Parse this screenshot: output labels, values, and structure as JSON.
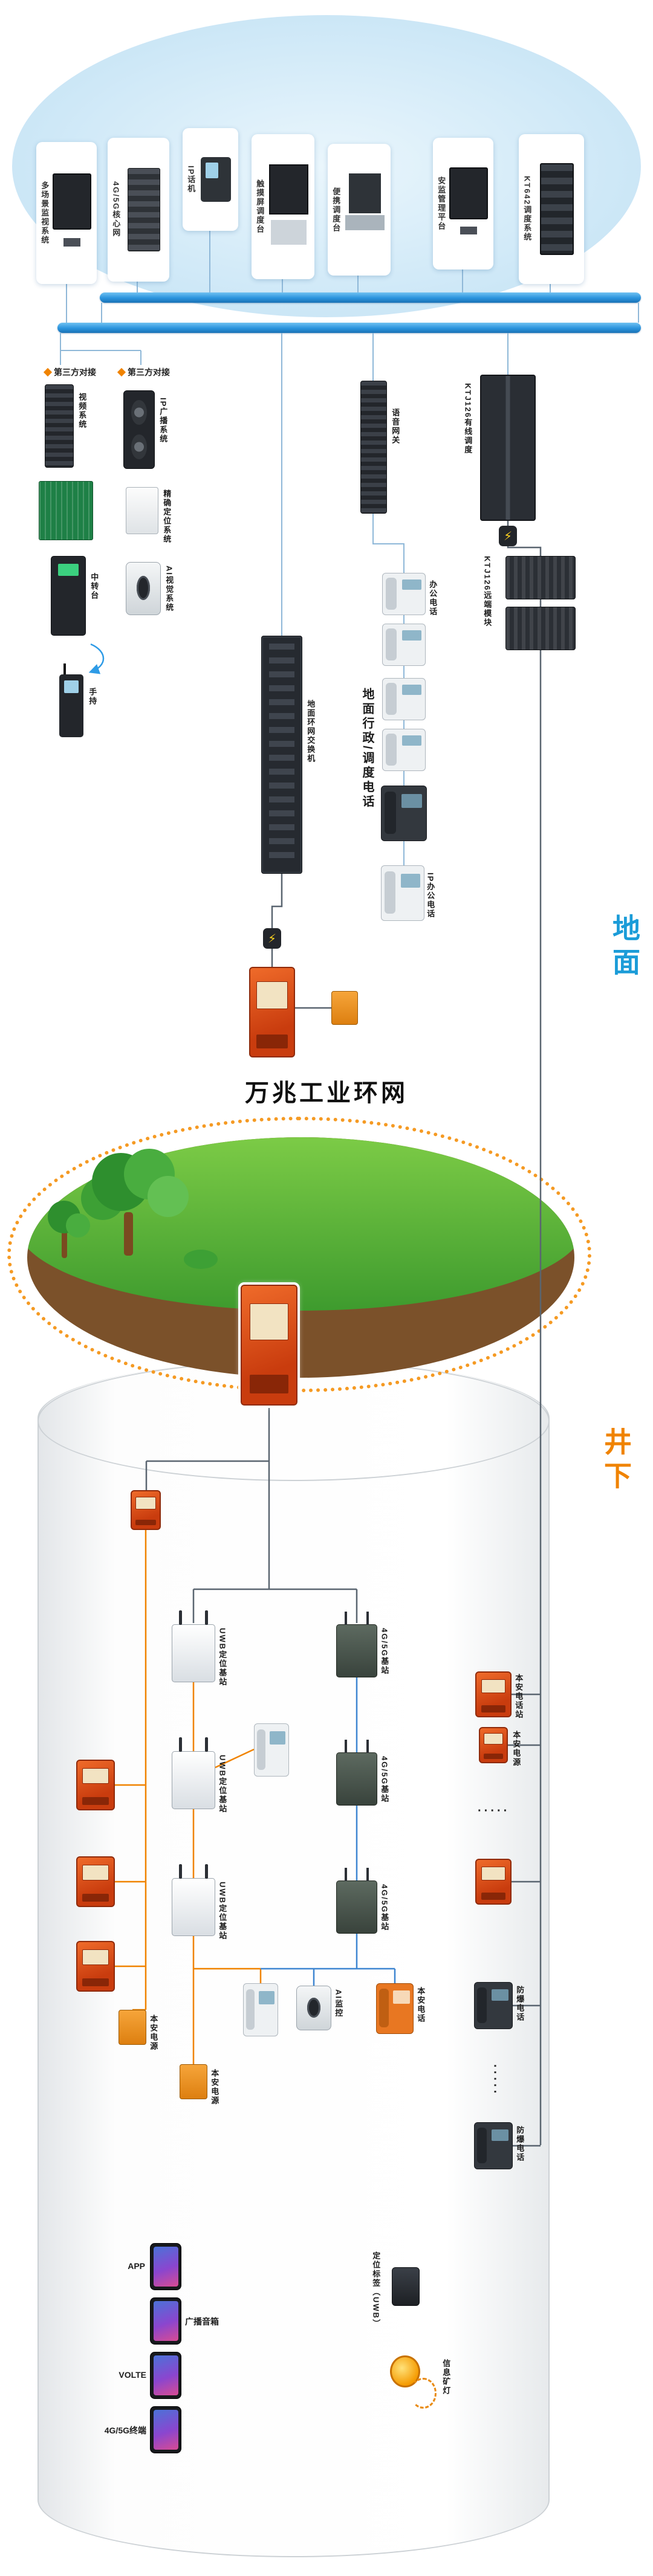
{
  "icons": {
    "lightning": "⚡",
    "dots_h": "·····",
    "dots_v": "·····"
  },
  "ground": {
    "side_label": "地面",
    "cloud_devices": [
      "多场景监视系统",
      "4G/5G核心网",
      "IP话机",
      "触摸屏调度台",
      "便携调度台",
      "安监管理平台",
      "KT642调度系统"
    ],
    "third_party_title_left": "第三方对接",
    "third_party_title_right": "第三方对接",
    "video_system": "视频系统",
    "repeater": "中转台",
    "handheld": "手持",
    "ip_broadcast": "IP广播系统",
    "precise_positioning": "精确定位系统",
    "ai_vision": "AI视觉系统",
    "voice_gateway": "语音网关",
    "ktj126_wired": "KTJ126有线调度",
    "ktj126_remote": "KTJ126远端模块",
    "office_phone": "办公电话",
    "admin_dispatch_phone": "地面行政/调度电话",
    "ip_office_phone": "IP办公电话",
    "ring_switch": "地面环网交换机"
  },
  "ring_title": "万兆工业环网",
  "underground": {
    "side_label": "井下",
    "uwb_station": "UWB定位基站",
    "bts_station": "4G/5G基站",
    "safe_phone_station": "本安电话站",
    "safe_power": "本安电源",
    "ai_monitor": "AI监控",
    "safe_phone": "本安电话",
    "explosion_phone": "防爆电话",
    "app": "APP",
    "broadcast_speaker": "广播音箱",
    "volte": "VOLTE",
    "terminal_4g5g": "4G/5G终端",
    "uwb_tag": "定位标签（UWB）",
    "info_lamp": "信息矿灯"
  }
}
